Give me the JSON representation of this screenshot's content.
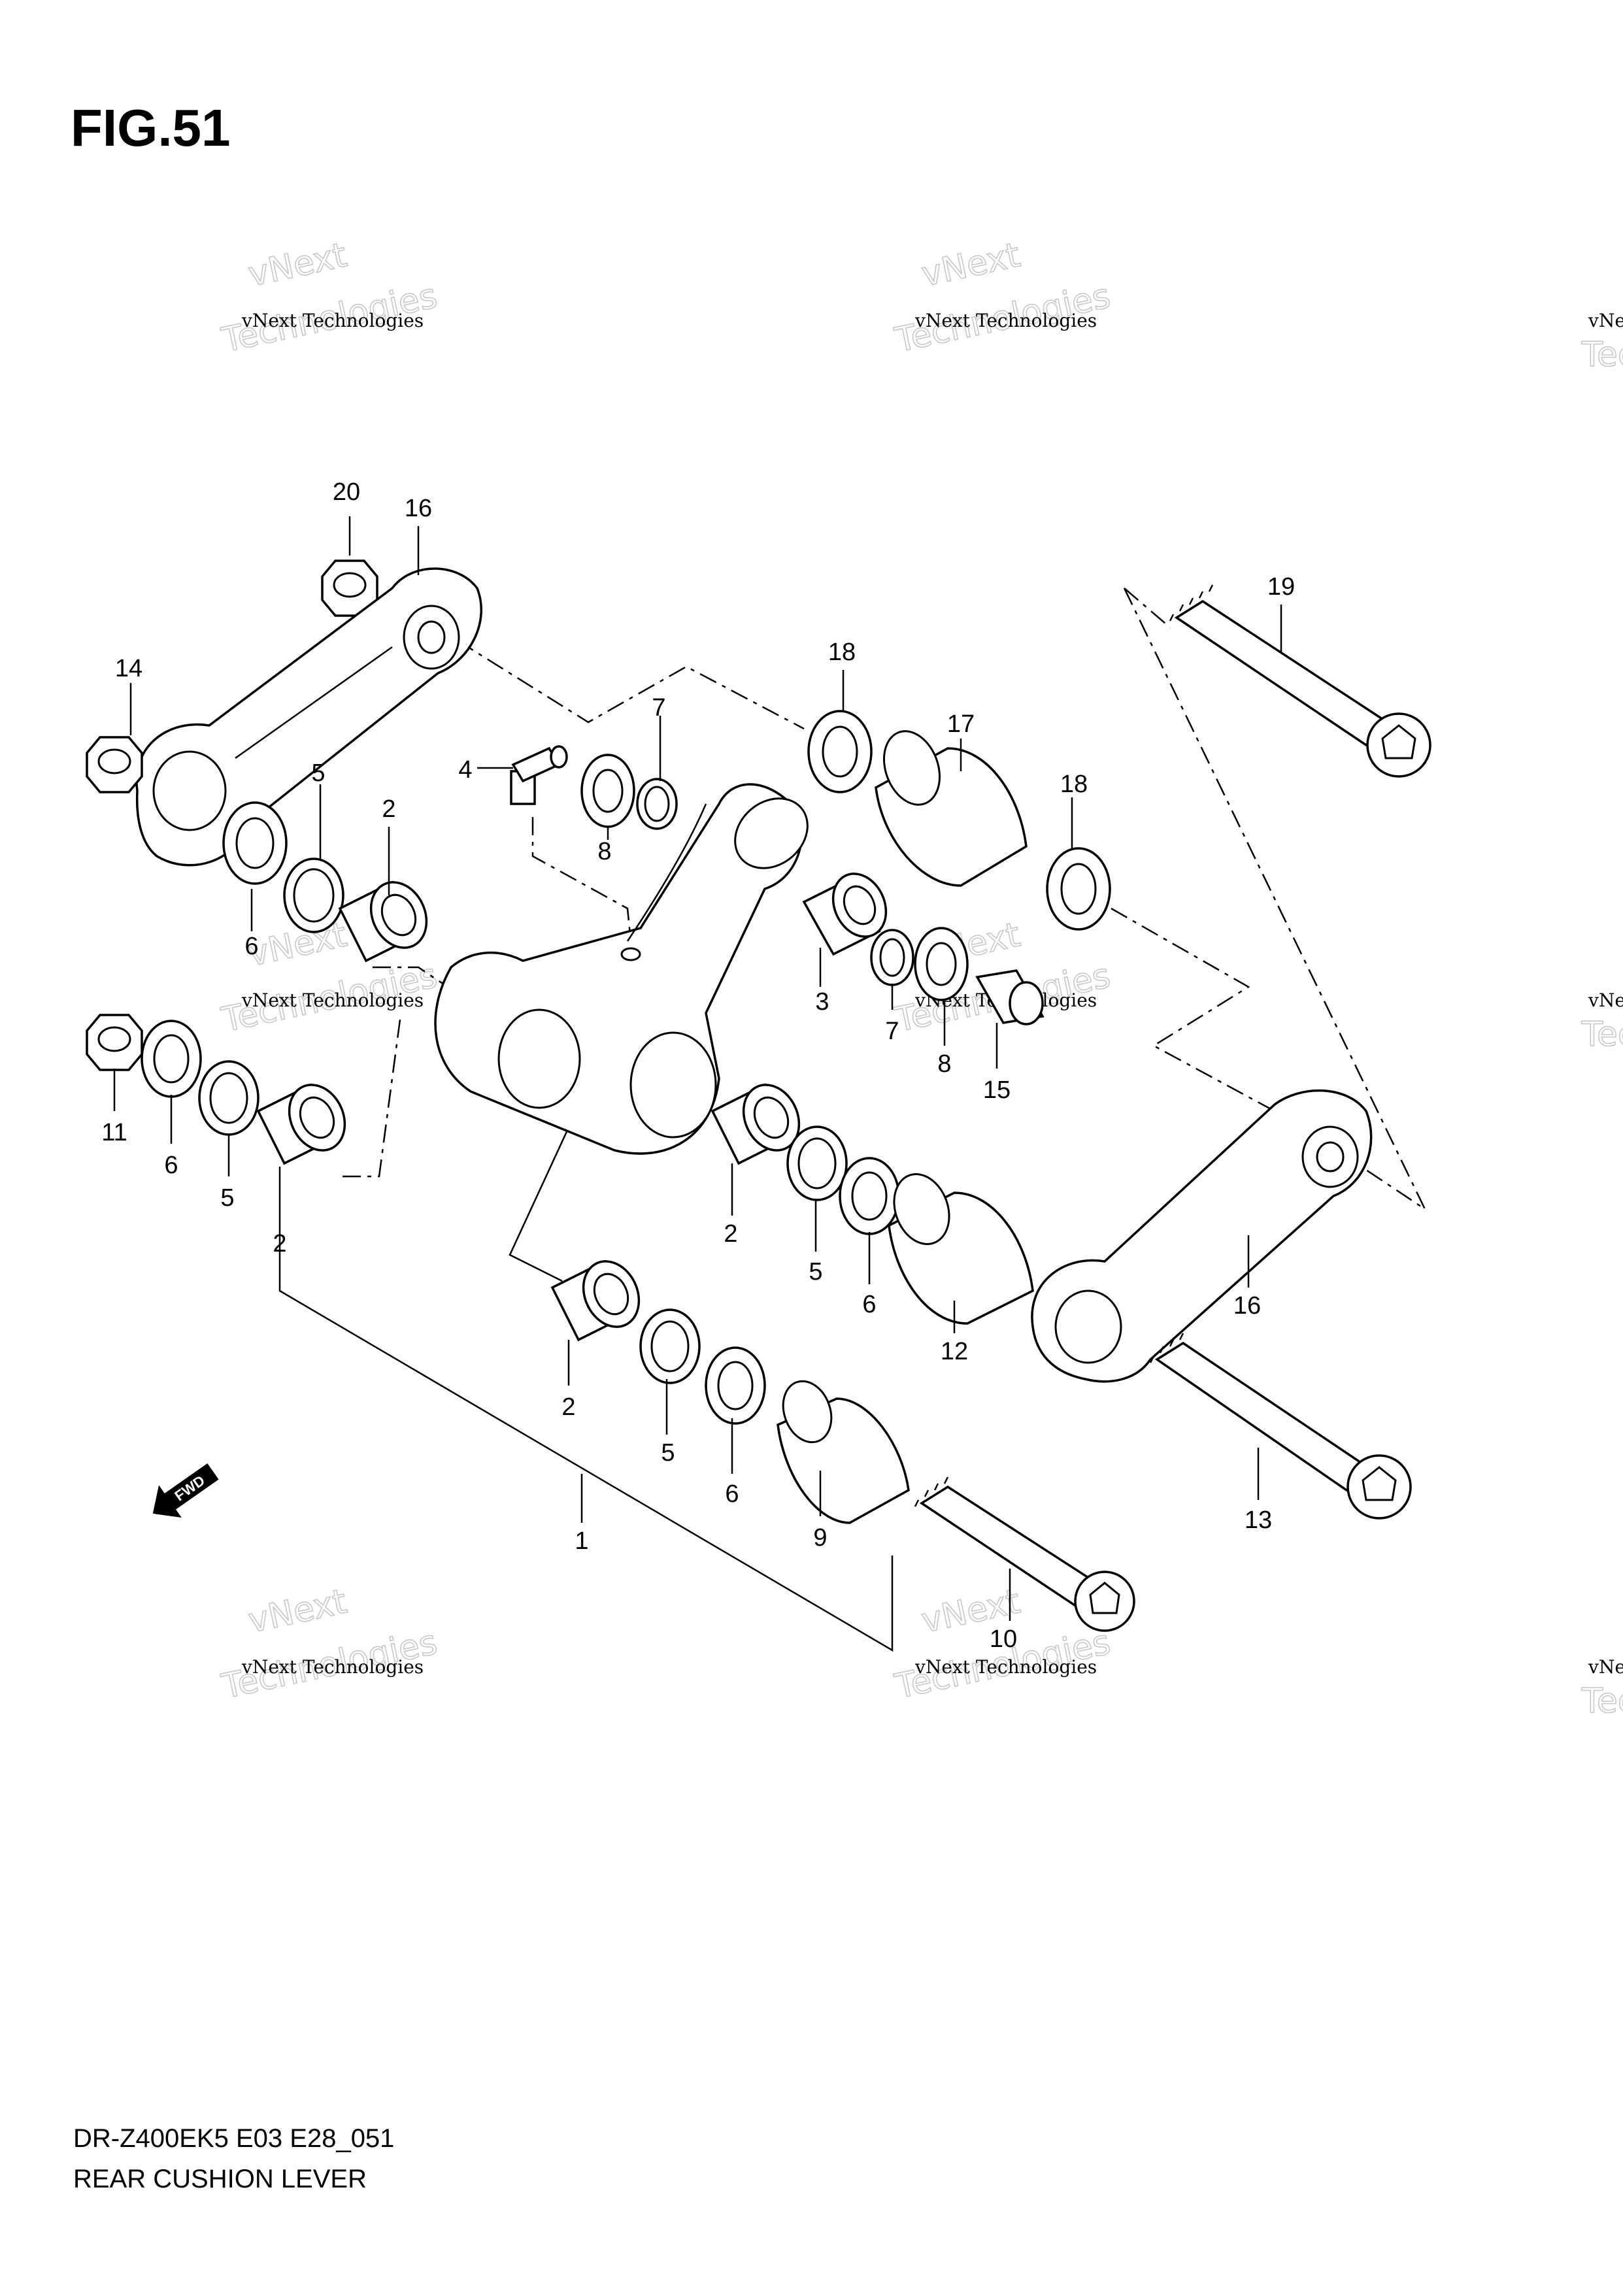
{
  "figure": {
    "title": "FIG.51",
    "model_code": "DR-Z400EK5 E03 E28_051",
    "caption": "REAR CUSHION LEVER"
  },
  "direction_marker": {
    "label": "FWD",
    "icon": "fwd-arrow-icon"
  },
  "callouts": [
    {
      "id": "c20",
      "label": "20"
    },
    {
      "id": "c16a",
      "label": "16"
    },
    {
      "id": "c19",
      "label": "19"
    },
    {
      "id": "c14",
      "label": "14"
    },
    {
      "id": "c18a",
      "label": "18"
    },
    {
      "id": "c7a",
      "label": "7"
    },
    {
      "id": "c17",
      "label": "17"
    },
    {
      "id": "c4",
      "label": "4"
    },
    {
      "id": "c5a",
      "label": "5"
    },
    {
      "id": "c2a",
      "label": "2"
    },
    {
      "id": "c8a",
      "label": "8"
    },
    {
      "id": "c18b",
      "label": "18"
    },
    {
      "id": "c6a",
      "label": "6"
    },
    {
      "id": "c3",
      "label": "3"
    },
    {
      "id": "c7b",
      "label": "7"
    },
    {
      "id": "c8b",
      "label": "8"
    },
    {
      "id": "c15",
      "label": "15"
    },
    {
      "id": "c11",
      "label": "11"
    },
    {
      "id": "c6b",
      "label": "6"
    },
    {
      "id": "c5b",
      "label": "5"
    },
    {
      "id": "c2b",
      "label": "2"
    },
    {
      "id": "c2c",
      "label": "2"
    },
    {
      "id": "c5c",
      "label": "5"
    },
    {
      "id": "c6c",
      "label": "6"
    },
    {
      "id": "c12",
      "label": "12"
    },
    {
      "id": "c16b",
      "label": "16"
    },
    {
      "id": "c2d",
      "label": "2"
    },
    {
      "id": "c5d",
      "label": "5"
    },
    {
      "id": "c6d",
      "label": "6"
    },
    {
      "id": "c9",
      "label": "9"
    },
    {
      "id": "c13",
      "label": "13"
    },
    {
      "id": "c1",
      "label": "1"
    },
    {
      "id": "c10",
      "label": "10"
    }
  ],
  "watermark": {
    "line1": "vNext Technologies",
    "ghost_line1": "vNext",
    "ghost_line2": "Technologies",
    "partial": "vNe",
    "partial_ghost": "Tec"
  }
}
